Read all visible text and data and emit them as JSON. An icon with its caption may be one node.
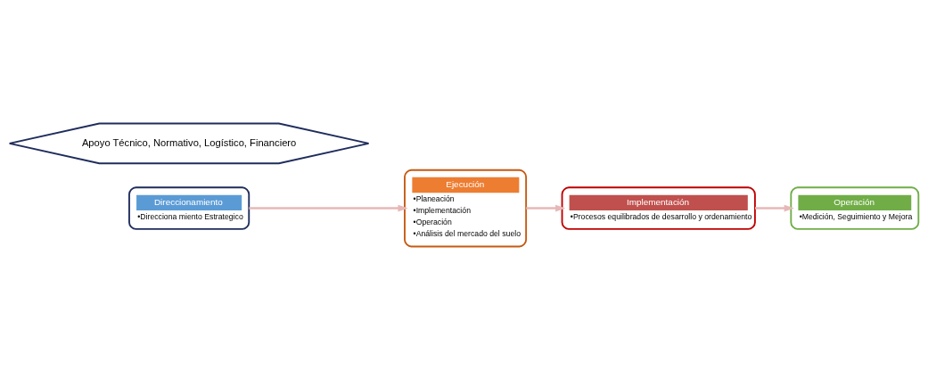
{
  "diagram": {
    "nodes": [
      {
        "text": [
          "Direccionamiento",
          "•Direcciona miento Estrategico"
        ]
      },
      {
        "text": [
          "Ejecución",
          "•Planeación",
          "•Implementación",
          "•Operación",
          "•Análisis del mercado del suelo"
        ]
      },
      {
        "text": [
          "Implementación",
          "•Procesos equilibrados de desarrollo y ordenamiento"
        ]
      },
      {
        "text": [
          "Operación",
          "•Medición, Seguimiento y Mejora"
        ]
      },
      {
        "text": [
          "Apoyo Técnico, Normativo, Logístico, Financiero"
        ]
      }
    ],
    "edges": [
      {
        "from": 0,
        "to": 1,
        "arrow": "to"
      },
      {
        "from": 1,
        "to": 2,
        "arrow": "to"
      },
      {
        "from": 2,
        "to": 3,
        "arrow": "to"
      }
    ]
  }
}
